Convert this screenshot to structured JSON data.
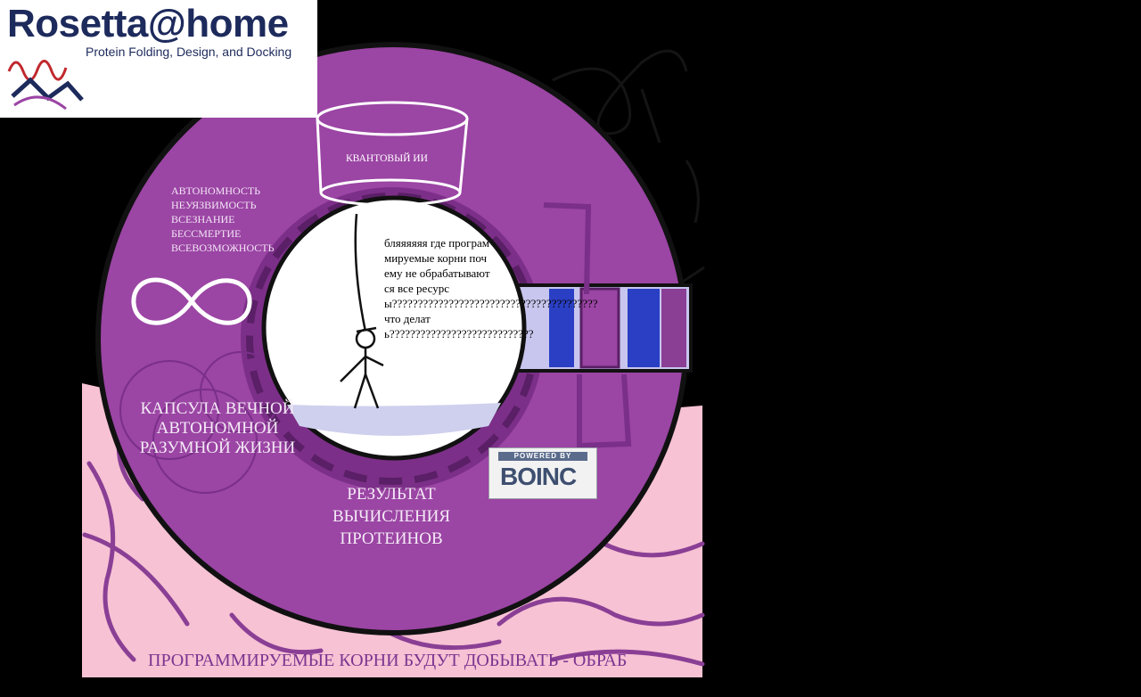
{
  "logo": {
    "title": "Rosetta@home",
    "subtitle": "Protein Folding, Design, and Docking"
  },
  "diagram": {
    "quantum_label": "КВАНТОВЫЙ ИИ",
    "attributes": [
      "АВТОНОМНОСТЬ",
      "НЕУЯЗВИМОСТЬ",
      "ВСЕЗНАНИЕ",
      "БЕССМЕРТИЕ",
      "ВСЕВОЗМОЖНОСТЬ"
    ],
    "speech": "бляяяяяя где программируемые корни почему не обрабатываются все ресурсы???????????????????????????????????????? что делать????????????????????????????",
    "capsule_label": "КАПСУЛА ВЕЧНОЙ АВТОНОМНОЙ РАЗУМНОЙ ЖИЗНИ",
    "result_label": "РЕЗУЛЬТАТ ВЫЧИСЛЕНИЯ ПРОТЕИНОВ",
    "bottom_caption": "ПРОГРАММИРУЕМЫЕ КОРНИ БУДУТ ДОБЫВАТЬ - ОБРАБ"
  },
  "badge": {
    "top": "POWERED BY",
    "word": "BOINC"
  },
  "icons": [
    "infinity-icon",
    "boinc-logo",
    "stick-figure"
  ],
  "colors": {
    "background": "#000000",
    "ring_purple": "#9b45a4",
    "ring_dark": "#7c2f88",
    "pink_ground": "#f7c2d4",
    "tube_blue": "#2a3fc4",
    "tube_light": "#c8c6ee"
  }
}
